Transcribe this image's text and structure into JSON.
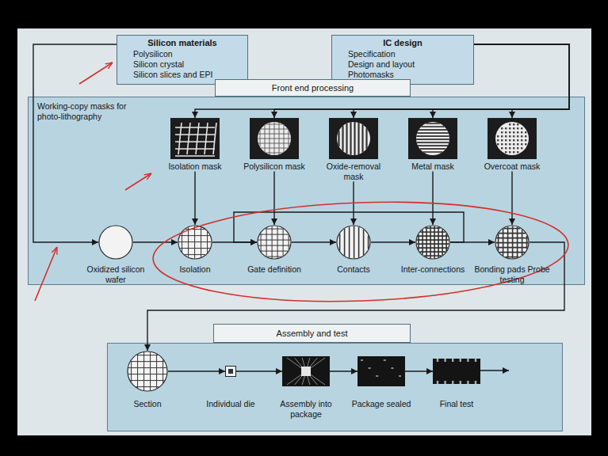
{
  "diagram": {
    "nodes": [
      {
        "text": [
          "Silicon materials",
          "Polysilicon",
          "Silicon crystal",
          "Silicon slices and EPI"
        ]
      },
      {
        "text": [
          "IC design",
          "Specification",
          "Design and layout",
          "Photomasks"
        ]
      },
      {
        "text": [
          "Front end processing"
        ]
      },
      {
        "text": [
          "Isolation mask"
        ],
        "in": 2
      },
      {
        "text": [
          "Polysilicon mask"
        ],
        "in": 2
      },
      {
        "text": [
          "Oxide-removal mask"
        ],
        "in": 2
      },
      {
        "text": [
          "Metal mask"
        ],
        "in": 2
      },
      {
        "text": [
          "Overcoat mask"
        ],
        "in": 2
      },
      {
        "text": [
          "Oxidized silicon wafer"
        ],
        "in": 2
      },
      {
        "text": [
          "Isolation"
        ],
        "in": 2
      },
      {
        "text": [
          "Gate definition"
        ],
        "in": 2
      },
      {
        "text": [
          "Contacts"
        ],
        "in": 2
      },
      {
        "text": [
          "Inter-connections"
        ],
        "in": 2
      },
      {
        "text": [
          "Bonding pads Probe testing"
        ],
        "in": 2
      },
      {
        "text": [
          "Assembly and test"
        ]
      },
      {
        "text": [
          "Section"
        ],
        "in": 14
      },
      {
        "text": [
          "Individual die"
        ],
        "in": 14
      },
      {
        "text": [
          "Assembly into package"
        ],
        "in": 14
      },
      {
        "text": [
          "Package sealed"
        ],
        "in": 14
      },
      {
        "text": [
          "Final test"
        ],
        "in": 14
      }
    ],
    "edges": [
      {
        "from": 0,
        "to": 8,
        "arrow": "to"
      },
      {
        "from": 1,
        "to": 3,
        "arrow": "to"
      },
      {
        "from": 1,
        "to": 4,
        "arrow": "to"
      },
      {
        "from": 1,
        "to": 5,
        "arrow": "to"
      },
      {
        "from": 1,
        "to": 6,
        "arrow": "to"
      },
      {
        "from": 1,
        "to": 7,
        "arrow": "to"
      },
      {
        "from": 3,
        "to": 9,
        "arrow": "to"
      },
      {
        "from": 4,
        "to": 10,
        "arrow": "to"
      },
      {
        "from": 5,
        "to": 11,
        "arrow": "to"
      },
      {
        "from": 6,
        "to": 12,
        "arrow": "to"
      },
      {
        "from": 7,
        "to": 13,
        "arrow": "to"
      },
      {
        "from": 8,
        "to": 9,
        "arrow": "to"
      },
      {
        "from": 9,
        "to": 10,
        "arrow": "to"
      },
      {
        "from": 10,
        "to": 11,
        "arrow": "to"
      },
      {
        "from": 11,
        "to": 12,
        "arrow": "to"
      },
      {
        "from": 12,
        "to": 13,
        "arrow": "to"
      },
      {
        "from": 12,
        "to": 10,
        "arrow": "to"
      },
      {
        "from": 13,
        "to": 15,
        "arrow": "to"
      },
      {
        "from": 15,
        "to": 16,
        "arrow": "to"
      },
      {
        "from": 16,
        "to": 17,
        "arrow": "to"
      },
      {
        "from": 17,
        "to": 18,
        "arrow": "to"
      },
      {
        "from": 18,
        "to": 19,
        "arrow": "to"
      }
    ],
    "labels": [
      "Working-copy masks for photo-lithography"
    ]
  }
}
